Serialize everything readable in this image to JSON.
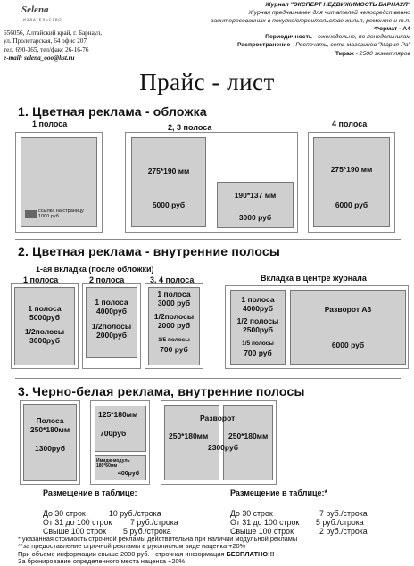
{
  "header": {
    "logo_text": "Selena",
    "logo_sub": "ИЗДАТЕЛЬСТВО",
    "address_lines": [
      "656056, Алтайский край, г. Барнаул,",
      "ул. Пролетарская, 64 офис 207",
      "тел. 690-365, тел/факс 26-16-76"
    ],
    "email": "e-mail: selena_ooo@list.ru",
    "journal_title": "Журнал \"ЭКСПЕРТ НЕДВИЖИМОСТЬ БАРНАУЛ\"",
    "journal_desc_1": "Журнал предназначен для читателей непосредственно",
    "journal_desc_2": "заинтересованных в покупке/строительстве жилья, ремонте и т.п.",
    "format": "Формат - А4",
    "periodicity_label": "Периодичность",
    "periodicity_value": " - еженедельно, по понедельникам",
    "distribution_label": "Распространение",
    "distribution_value": " - Роспечать, сеть магазинов \"Мария-Ра\"",
    "circulation_label": "Тираж",
    "circulation_value": " - 2500 экземпляров"
  },
  "title": "Прайс - лист",
  "section1": {
    "heading": "1. Цветная реклама - обложка",
    "col1_label": "1 полоса",
    "col2_label": "2, 3 полоса",
    "col4_label": "4 полоса",
    "link_note": "ссылка на страницу 1000 руб.",
    "p2_size": "275*190 мм",
    "p2_price": "5000 руб",
    "p3_size": "190*137 мм",
    "p3_price": "3000 руб",
    "p4_size": "275*190 мм",
    "p4_price": "6000 руб"
  },
  "section2": {
    "heading": "2. Цветная реклама - внутренние полосы",
    "first_insert": "1-ая вкладка (после обложки)",
    "center_insert": "Вкладка в центре журнала",
    "col1_label": "1 полоса",
    "col2_label": "2 полоса",
    "col3_label": "3, 4 полоса",
    "b1_l1": "1 полоса",
    "b1_l2": "5000руб",
    "b1_l3": "1/2полосы",
    "b1_l4": "3000руб",
    "b2_l1": "1 полоса",
    "b2_l2": "4000руб",
    "b2_l3": "1/2полосы",
    "b2_l4": "2000руб",
    "b3_l1": "1 полоса",
    "b3_l2": "3000 руб",
    "b3_l3": "1/2полосы",
    "b3_l4": "2000 руб",
    "b3_l5": "1/5  полосы",
    "b3_l6": "700 руб",
    "b4_l1": "1 полоса",
    "b4_l2": "4000руб",
    "b4_l3": "1/2 полосы",
    "b4_l4": "2500руб",
    "b4_l5": "1/5  полосы",
    "b4_l6": "700 руб",
    "spread_title": "Разворот А3",
    "spread_price": "6000 руб"
  },
  "section3": {
    "heading": "3. Черно-белая реклама, внутренние полосы",
    "s1_l1": "Полоса",
    "s1_l2": "250*180мм",
    "s1_l3": "1300руб",
    "s2_size": "125*180мм",
    "s2_price": "700руб",
    "s3_l1": "Имидж-модуль",
    "s3_l2": "180*60мм",
    "s3_price": "400руб",
    "spread_title": "Разворот",
    "spread_left": "250*180мм",
    "spread_right": "250*180мм",
    "spread_price": "2300руб"
  },
  "table_left": {
    "title": "Размещение в таблице:",
    "rows": [
      [
        "До 30 строк",
        "10 руб./строка"
      ],
      [
        "От 31 до 100 строк",
        "7 руб./строка"
      ],
      [
        "Свыше 100 строк",
        "5 руб./строка"
      ]
    ]
  },
  "table_right": {
    "title": "Размещение в таблице:*",
    "rows": [
      [
        "До 30 строк",
        "7 руб./строка"
      ],
      [
        "От 31 до 100 строк",
        "5 руб./строка"
      ],
      [
        "Свыше 100 строк",
        "2 руб./строка"
      ]
    ]
  },
  "notes": {
    "n1": "* указанная стоимость строчной рекламы действительна при наличии модульной рекламы",
    "n2": "**за предоставление строчной рекламы в рукописном виде наценка +20%",
    "n3_prefix": "При объеме информации свыше 2000 руб. - строчная информация ",
    "n3_bold": "БЕСПЛАТНО!!!",
    "n4": "За бронирование определенного места наценка +20%"
  }
}
